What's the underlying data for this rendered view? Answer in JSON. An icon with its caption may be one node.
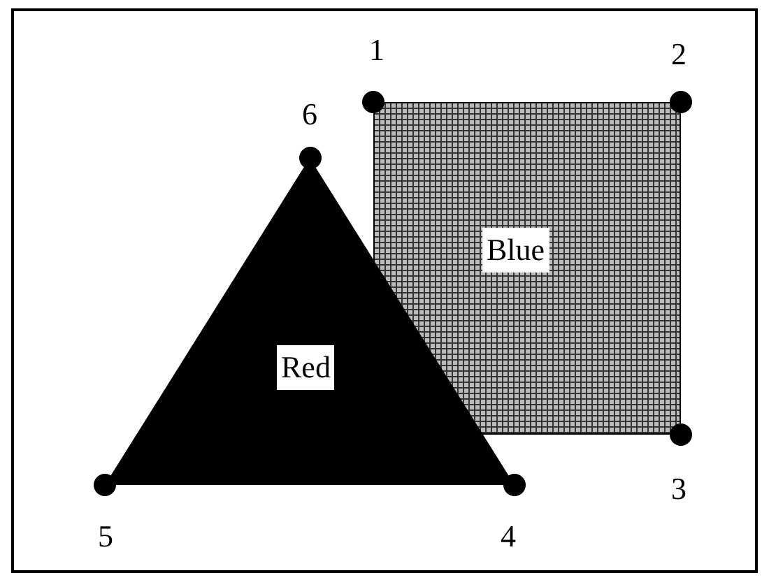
{
  "diagram": {
    "nodes": [
      {
        "text": [
          "Blue"
        ]
      },
      {
        "text": [
          "Red"
        ]
      }
    ],
    "labels": [
      "1",
      "2",
      "6",
      "3",
      "5",
      "4"
    ]
  }
}
